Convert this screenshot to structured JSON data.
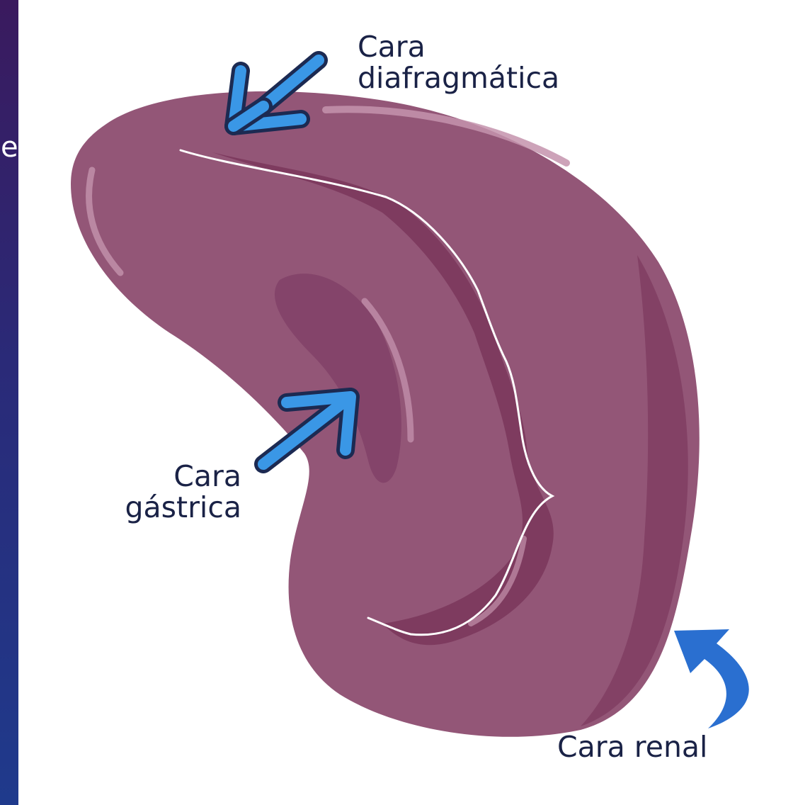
{
  "slide": {
    "text_fragment": "e"
  },
  "colors": {
    "organ_fill": "#935677",
    "organ_shadow": "#7e3b5f",
    "highlight": "#c493ad",
    "arrow_fill": "#3a97e6",
    "arrow_outline": "#1c2a52",
    "renal_arrow": "#2a6fd0",
    "label_text": "#1a2246"
  },
  "labels": {
    "diafragmatica": {
      "line1": "Cara",
      "line2": "diafragmática"
    },
    "gastrica": {
      "line1": "Cara",
      "line2": "gástrica"
    },
    "renal": "Cara renal"
  },
  "icons": {
    "diafragmatica_arrow": "arrow-down-left-icon",
    "gastrica_arrow": "arrow-up-right-icon",
    "renal_arrow": "curved-arrow-icon"
  }
}
